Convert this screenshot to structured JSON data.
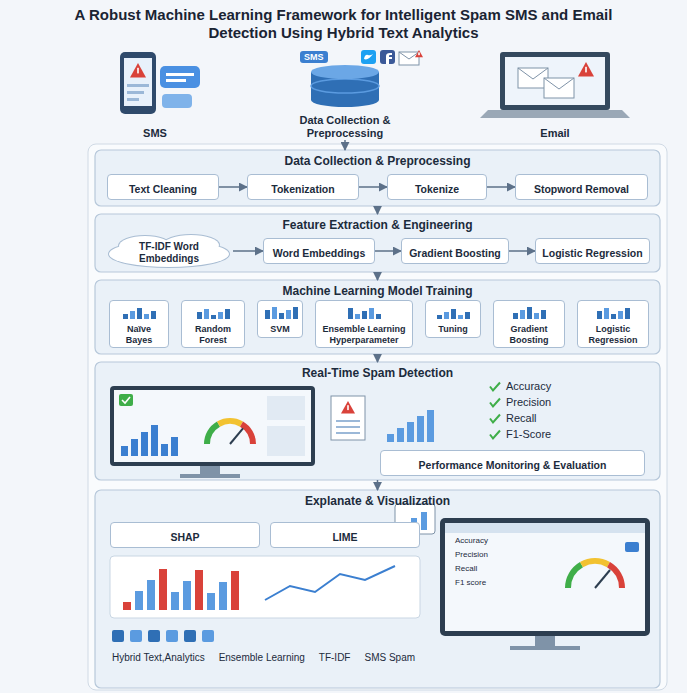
{
  "diagram": {
    "title": "A Robust Machine Learning Framework for Intelligent Spam SMS and Email Detection Using Hybrid Text Analytics",
    "nodes": [
      {
        "text": [
          "SMS"
        ]
      },
      {
        "text": [
          "Data Collection & Preprocessing"
        ]
      },
      {
        "text": [
          "Email"
        ]
      },
      {
        "text": [
          "Data Collection & Preprocessing"
        ]
      },
      {
        "text": [
          "Text Cleaning"
        ],
        "in": 3
      },
      {
        "text": [
          "Tokenization"
        ],
        "in": 3
      },
      {
        "text": [
          "Tokenize"
        ],
        "in": 3
      },
      {
        "text": [
          "Stopword Removal"
        ],
        "in": 3
      },
      {
        "text": [
          "Feature Extraction & Engineering"
        ]
      },
      {
        "text": [
          "TF-IDF Word Embeddings"
        ],
        "in": 8
      },
      {
        "text": [
          "Word Embeddings"
        ],
        "in": 8
      },
      {
        "text": [
          "Gradient Boosting"
        ],
        "in": 8
      },
      {
        "text": [
          "Logistic Regression"
        ],
        "in": 8
      },
      {
        "text": [
          "Machine Learning Model Training"
        ]
      },
      {
        "text": [
          "Naïve Bayes"
        ],
        "in": 13
      },
      {
        "text": [
          "Random Forest"
        ],
        "in": 13
      },
      {
        "text": [
          "SVM"
        ],
        "in": 13
      },
      {
        "text": [
          "Ensemble Learning Hyperparameter"
        ],
        "in": 13
      },
      {
        "text": [
          "Tuning"
        ],
        "in": 13
      },
      {
        "text": [
          "Gradient Boosting"
        ],
        "in": 13
      },
      {
        "text": [
          "Logistic Regression"
        ],
        "in": 13
      },
      {
        "text": [
          "Real-Time Spam Detection"
        ]
      },
      {
        "text": [
          "Performance Monitoring & Evaluation"
        ],
        "in": 21
      },
      {
        "text": [
          "Explanate & Visualization"
        ]
      },
      {
        "text": [
          "SHAP"
        ],
        "in": 23
      },
      {
        "text": [
          "LIME"
        ],
        "in": 23
      }
    ],
    "edges": [
      {
        "from": 1,
        "to": 3,
        "arrow": "to"
      },
      {
        "from": 4,
        "to": 5,
        "arrow": "to"
      },
      {
        "from": 5,
        "to": 6,
        "arrow": "to"
      },
      {
        "from": 6,
        "to": 7,
        "arrow": "to"
      },
      {
        "from": 3,
        "to": 8,
        "arrow": "to"
      },
      {
        "from": 9,
        "to": 10,
        "arrow": "to"
      },
      {
        "from": 10,
        "to": 11,
        "arrow": "to"
      },
      {
        "from": 11,
        "to": 12,
        "arrow": "to"
      },
      {
        "from": 8,
        "to": 13,
        "arrow": "to"
      },
      {
        "from": 13,
        "to": 21,
        "arrow": "to"
      },
      {
        "from": 21,
        "to": 23,
        "arrow": "to"
      }
    ],
    "labels": [
      "SMS",
      "Accuracy",
      "Precision",
      "Recall",
      "F1-Score",
      "Accuracy",
      "Precision",
      "Recall",
      "F1 score",
      "Hybrid Text,Analytics",
      "Ensemble Learning",
      "TF-IDF",
      "SMS Spam"
    ]
  }
}
